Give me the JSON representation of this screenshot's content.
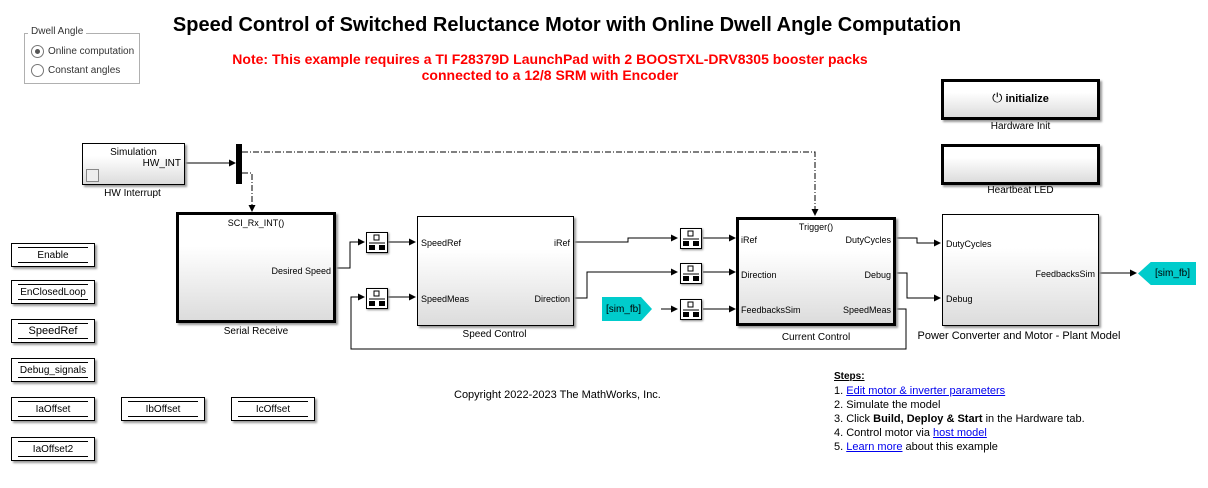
{
  "header": {
    "title": "Speed Control of Switched Reluctance Motor with Online Dwell Angle Computation",
    "note_line1": "Note: This example requires a TI F28379D LaunchPad with 2 BOOSTXL-DRV8305 booster packs",
    "note_line2": "connected to a 12/8 SRM with Encoder"
  },
  "dwell_angle": {
    "label": "Dwell Angle",
    "options": [
      {
        "label": "Online computation",
        "selected": true
      },
      {
        "label": "Constant angles",
        "selected": false
      }
    ]
  },
  "blocks": {
    "hw_interrupt": {
      "inner_top": "Simulation",
      "port_out": "HW_INT",
      "label": "HW Interrupt"
    },
    "serial_receive": {
      "trigger": "SCI_Rx_INT()",
      "port_out": "Desired Speed",
      "label": "Serial Receive"
    },
    "speed_control": {
      "in1": "SpeedRef",
      "in2": "SpeedMeas",
      "out1": "iRef",
      "out2": "Direction",
      "label": "Speed Control"
    },
    "current_control": {
      "trigger": "Trigger()",
      "in1": "iRef",
      "in2": "Direction",
      "in3": "FeedbacksSim",
      "out1": "DutyCycles",
      "out2": "Debug",
      "out3": "SpeedMeas",
      "label": "Current Control"
    },
    "plant": {
      "in1": "DutyCycles",
      "in2": "Debug",
      "out1": "FeedbacksSim",
      "label": "Power Converter and Motor - Plant Model"
    },
    "hardware_init": {
      "button": "initialize",
      "label": "Hardware Init"
    },
    "heartbeat": {
      "label": "Heartbeat LED"
    },
    "from_sim_fb": {
      "tag": "[sim_fb]"
    },
    "goto_sim_fb": {
      "tag": "[sim_fb]"
    }
  },
  "constants": [
    "Enable",
    "EnClosedLoop",
    "SpeedRef",
    "Debug_signals",
    "IaOffset",
    "IbOffset",
    "IcOffset",
    "IaOffset2"
  ],
  "copyright": "Copyright 2022-2023 The MathWorks, Inc.",
  "steps": {
    "heading": "Steps:",
    "s1_num": "1. ",
    "s1_link": "Edit motor & inverter parameters",
    "s2": "2. Simulate the model",
    "s3_pre": "3. Click ",
    "s3_bold": "Build, Deploy & Start",
    "s3_post": " in the Hardware tab.",
    "s4_pre": "4. Control motor via ",
    "s4_link": "host model",
    "s5_num": "5. ",
    "s5_link": "Learn more",
    "s5_post": " about this example"
  },
  "colors": {
    "note": "#ff0000",
    "goto": "#00cccc",
    "link": "#0000ee"
  }
}
